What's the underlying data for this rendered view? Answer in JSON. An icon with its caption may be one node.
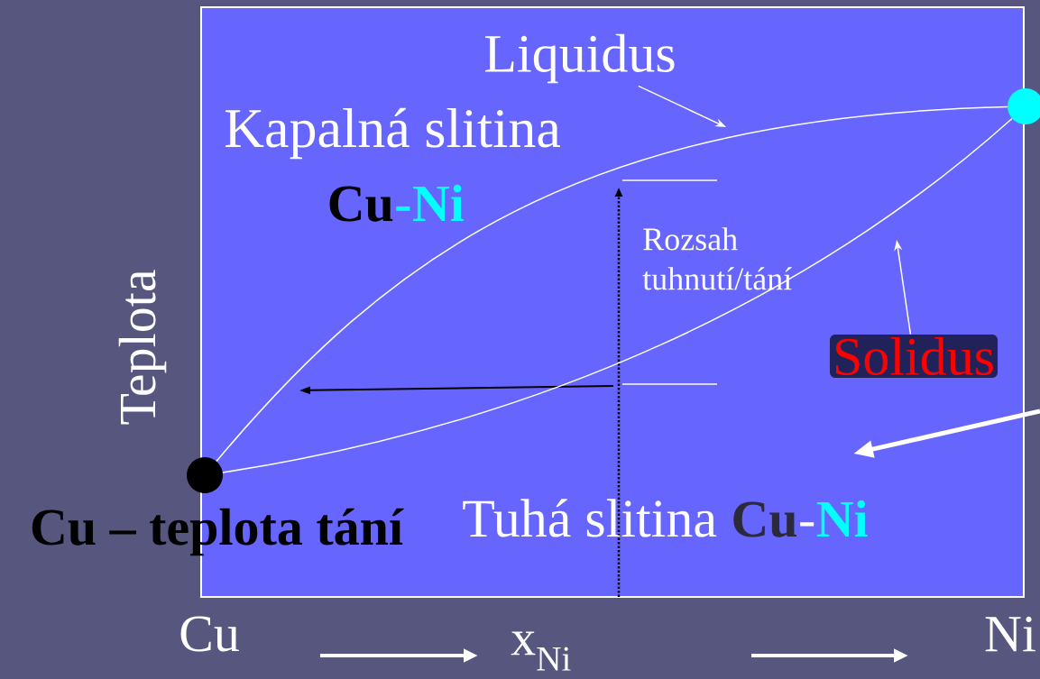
{
  "diagram": {
    "nodes": [
      {
        "text": [],
        "shape": "circle",
        "beside": [
          "Cu – teplota tání"
        ]
      },
      {
        "text": [],
        "shape": "circle"
      },
      {
        "text": [
          "Liquidus"
        ]
      },
      {
        "text": [
          "Solidus"
        ]
      }
    ],
    "edges": [
      {
        "from": 0,
        "to": 1,
        "arrow": "none"
      },
      {
        "from": 0,
        "to": 1,
        "arrow": "none"
      },
      {
        "from": 2,
        "to": null,
        "arrow": "to"
      },
      {
        "from": 3,
        "to": null,
        "arrow": "to"
      }
    ],
    "labels": [
      "Kapalná slitina",
      "Cu",
      "-",
      "Ni",
      "Rozsah tuhnutí/tání",
      "Teplota",
      "Tuhá slitina",
      "Cu",
      "-",
      "Ni",
      "Cu",
      "x$_{Ni}$",
      "Ni"
    ]
  }
}
